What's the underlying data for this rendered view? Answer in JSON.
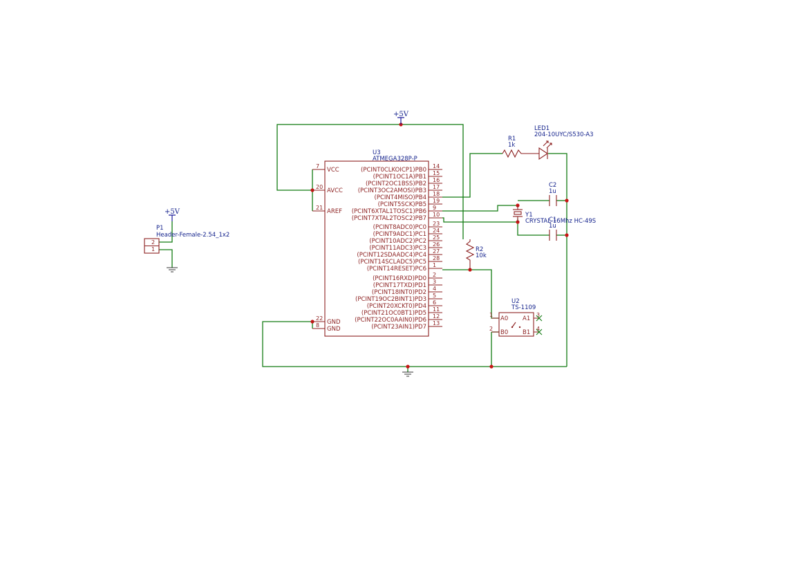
{
  "power": {
    "vcc_label": "+5V"
  },
  "u3": {
    "ref": "U3",
    "value": "ATMEGA328P-P",
    "left_pins": [
      {
        "num": "7",
        "name": "VCC"
      },
      {
        "num": "20",
        "name": "AVCC"
      },
      {
        "num": "21",
        "name": "AREF"
      },
      {
        "num": "22",
        "name": "GND"
      },
      {
        "num": "8",
        "name": "GND"
      }
    ],
    "right_pins": [
      {
        "num": "14",
        "name": "(PCINT0CLKOICP1)PB0"
      },
      {
        "num": "15",
        "name": "(PCINT1OC1A)PB1"
      },
      {
        "num": "16",
        "name": "(PCINT2OC1BSS)PB2"
      },
      {
        "num": "17",
        "name": "(PCINT3OC2AMOSI)PB3"
      },
      {
        "num": "18",
        "name": "(PCINT4MISO)PB4"
      },
      {
        "num": "19",
        "name": "(PCINT5SCK)PB5"
      },
      {
        "num": "9",
        "name": "(PCINT6XTAL1TOSC1)PB6"
      },
      {
        "num": "10",
        "name": "(PCINT7XTAL2TOSC2)PB7"
      },
      {
        "num": "23",
        "name": "(PCINT8ADC0)PC0"
      },
      {
        "num": "24",
        "name": "(PCINT9ADC1)PC1"
      },
      {
        "num": "25",
        "name": "(PCINT10ADC2)PC2"
      },
      {
        "num": "26",
        "name": "(PCINT11ADC3)PC3"
      },
      {
        "num": "27",
        "name": "(PCINT12SDAADC4)PC4"
      },
      {
        "num": "28",
        "name": "(PCINT14SCLADC5)PC5"
      },
      {
        "num": "1",
        "name": "(PCINT14RESET)PC6"
      },
      {
        "num": "2",
        "name": "(PCINT16RXD)PD0"
      },
      {
        "num": "3",
        "name": "(PCINT17TXD)PD1"
      },
      {
        "num": "4",
        "name": "(PCINT18INT0)PD2"
      },
      {
        "num": "5",
        "name": "(PCINT19OC2BINT1)PD3"
      },
      {
        "num": "6",
        "name": "(PCINT20XCKT0)PD4"
      },
      {
        "num": "11",
        "name": "(PCINT21OC0BT1)PD5"
      },
      {
        "num": "12",
        "name": "(PCINT22OC0AAIN0)PD6"
      },
      {
        "num": "13",
        "name": "(PCINT23AIN1)PD7"
      }
    ]
  },
  "p1": {
    "ref": "P1",
    "value": "Header-Female-2.54_1x2",
    "pin2": "2",
    "pin1": "1"
  },
  "r1": {
    "ref": "R1",
    "value": "1k"
  },
  "r2": {
    "ref": "R2",
    "value": "10k"
  },
  "led1": {
    "ref": "LED1",
    "value": "204-10UYC/S530-A3"
  },
  "c2": {
    "ref": "C2",
    "value": "1u"
  },
  "c1": {
    "ref": "C1",
    "value": "1u"
  },
  "y1": {
    "ref": "Y1",
    "value": "CRYSTAL-16Mhz HC-49S"
  },
  "u2": {
    "ref": "U2",
    "value": "TS-1109",
    "pin_a0_num": "1",
    "pin_b0_num": "2",
    "pin_a1_num": "3",
    "pin_b1_num": "4",
    "pin_a0": "A0",
    "pin_b0": "B0",
    "pin_a1": "A1",
    "pin_b1": "B1"
  }
}
